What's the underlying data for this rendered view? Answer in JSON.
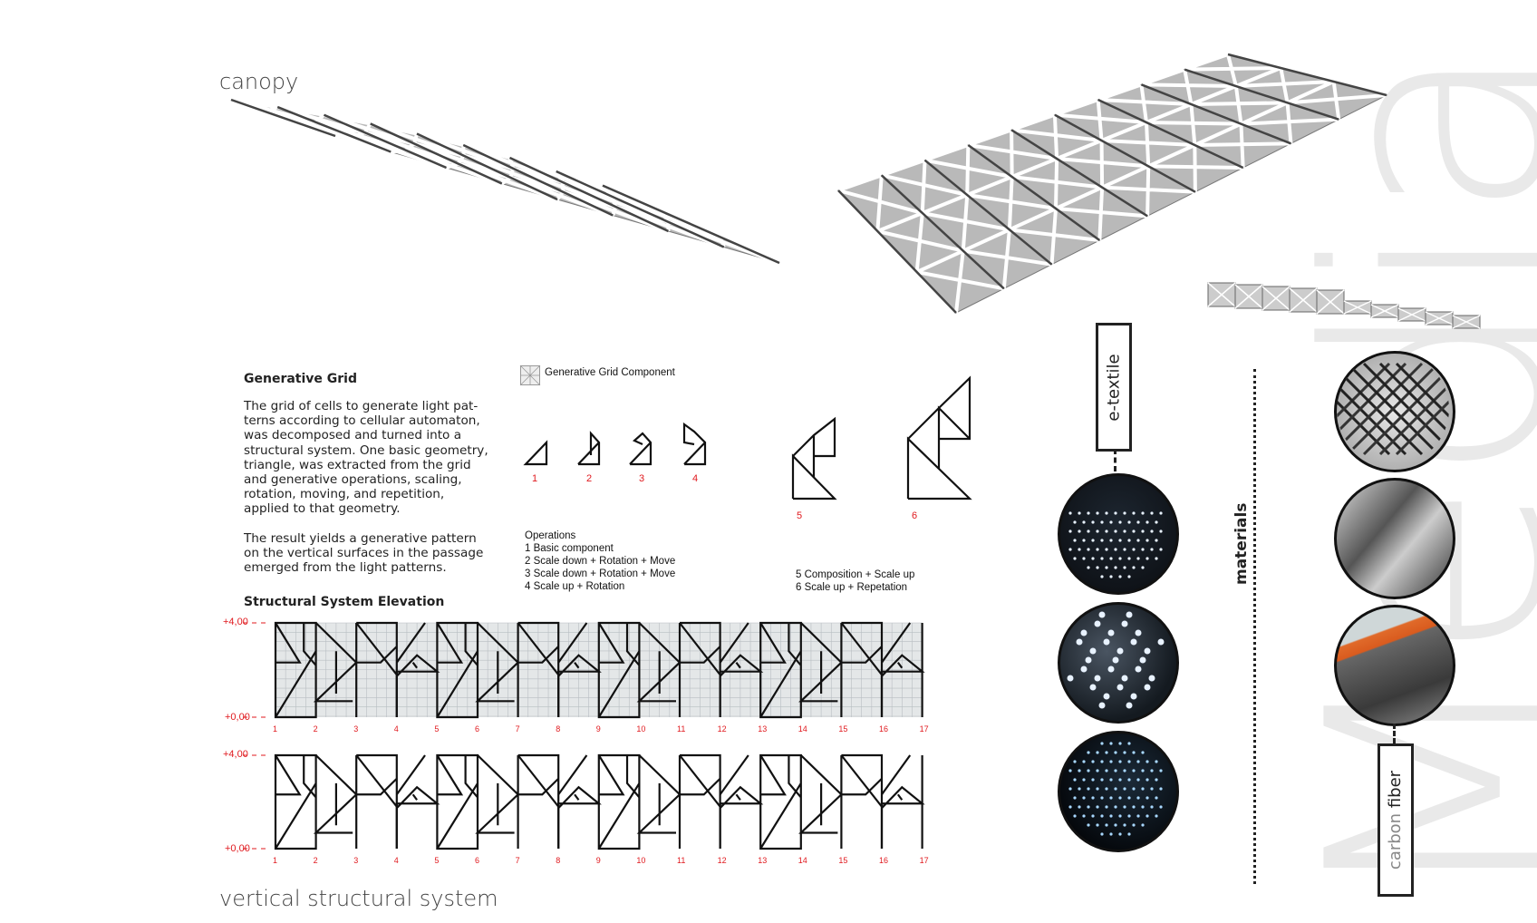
{
  "watermark": "Media",
  "canopy_title": "canopy",
  "bottom_title": "vertical structural system",
  "generative_grid": {
    "heading": "Generative Grid",
    "paragraph1": "The grid of cells to generate light pat-terns according to cellular automaton, was decomposed and turned into a structural system. One basic geometry, triangle, was extracted from the grid and generative operations, scaling, rotation, moving, and repetition,  applied to that geometry.",
    "paragraph2": "The result yields a generative pattern on the vertical surfaces in the passage emerged from the light patterns."
  },
  "component_legend": "Generative Grid  Component",
  "steps": [
    "1",
    "2",
    "3",
    "4",
    "5",
    "6"
  ],
  "operations": {
    "heading": "Operations",
    "items": [
      "1 Basic component",
      "2 Scale down + Rotation + Move",
      "3 Scale down + Rotation + Move",
      "4 Scale up + Rotation"
    ],
    "items2": [
      "5 Composition + Scale up",
      "6 Scale up + Repetation"
    ]
  },
  "elevation": {
    "heading": "Structural System Elevation",
    "top_level": "+4,00",
    "bottom_level": "+0,00",
    "axes": [
      "1",
      "2",
      "3",
      "4",
      "5",
      "6",
      "7",
      "8",
      "9",
      "10",
      "11",
      "12",
      "13",
      "14",
      "15",
      "16",
      "17"
    ]
  },
  "materials": {
    "label": "materials",
    "etextile": "e-textile",
    "carbon_prefix": "carbon",
    "carbon_suffix": " fiber"
  },
  "colors": {
    "accent_red": "#e0191e",
    "panel_gray": "#b9b9b9",
    "watermark": "#e9e9e9"
  }
}
